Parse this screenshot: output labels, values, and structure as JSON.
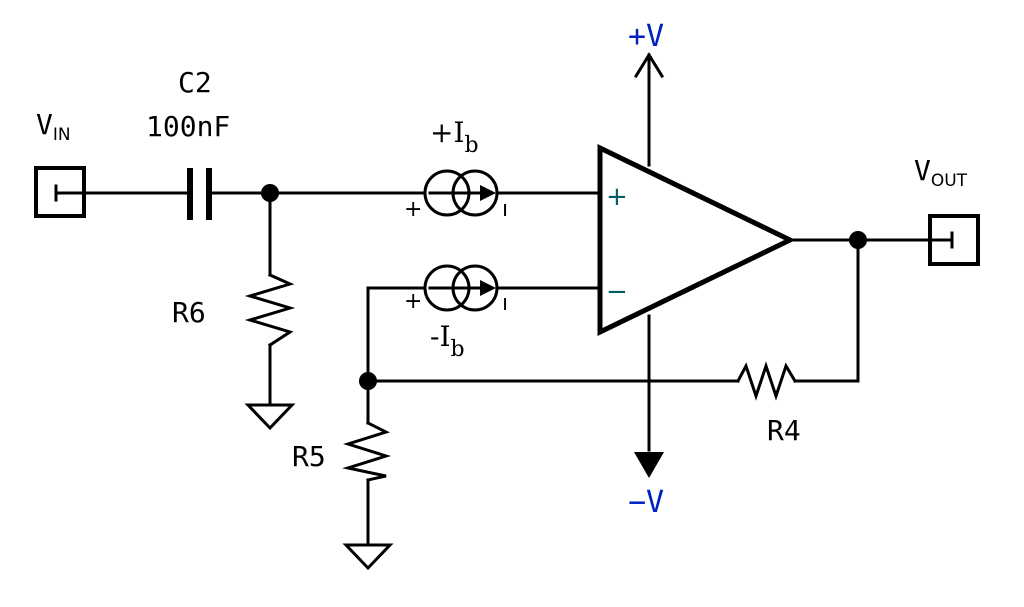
{
  "components": {
    "vin": {
      "main": "V",
      "sub": "IN"
    },
    "vout": {
      "main": "V",
      "sub": "OUT"
    },
    "c2": {
      "name": "C2",
      "value": "100nF"
    },
    "r4": {
      "name": "R4"
    },
    "r5": {
      "name": "R5"
    },
    "r6": {
      "name": "R6"
    },
    "ib_plus": {
      "main": "+I",
      "sub": "b"
    },
    "ib_minus": {
      "main": "-I",
      "sub": "b"
    },
    "supply_pos": {
      "label": "+V"
    },
    "supply_neg": {
      "label": "−V"
    },
    "opamp": {
      "plus_pin": "+",
      "minus_pin": "−"
    },
    "source_sign": {
      "plus": "+",
      "minus": "ı"
    }
  },
  "colors": {
    "supply_label": "#0020c0",
    "pin_label": "#006060",
    "wire": "#000000"
  }
}
